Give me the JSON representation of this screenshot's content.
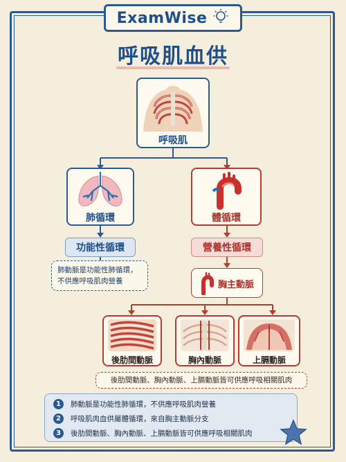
{
  "brand": {
    "name": "ExamWise",
    "icon": "lightbulb-icon"
  },
  "title": "呼吸肌血供",
  "root": {
    "label": "呼吸肌"
  },
  "left_branch": {
    "label": "肺循環",
    "pill": "功能性循環",
    "note_lines": [
      "肺動脈是功能性肺循環，",
      "不供應呼吸肌肉營養"
    ]
  },
  "right_branch": {
    "label": "體循環",
    "pill": "營養性循環",
    "aorta": "胸主動脈",
    "children": [
      {
        "label": "後肋間動脈"
      },
      {
        "label": "胸內動脈"
      },
      {
        "label": "上膈動脈"
      }
    ],
    "note": "後肋間動脈、胸內動脈、上膈動脈皆可供應呼吸相關肌肉"
  },
  "summary": [
    {
      "num": "1",
      "text": "肺動脈是功能性肺循環，不供應呼吸肌肉營養"
    },
    {
      "num": "2",
      "text": "呼吸肌肉血供屬體循環，來自胸主動脈分支"
    },
    {
      "num": "3",
      "text": "後肋間動脈、胸內動脈、上膈動脈皆可供應呼吸相關肌肉"
    }
  ],
  "colors": {
    "blue": "#2b5a93",
    "red": "#b83a32",
    "background": "#f5eedc"
  }
}
